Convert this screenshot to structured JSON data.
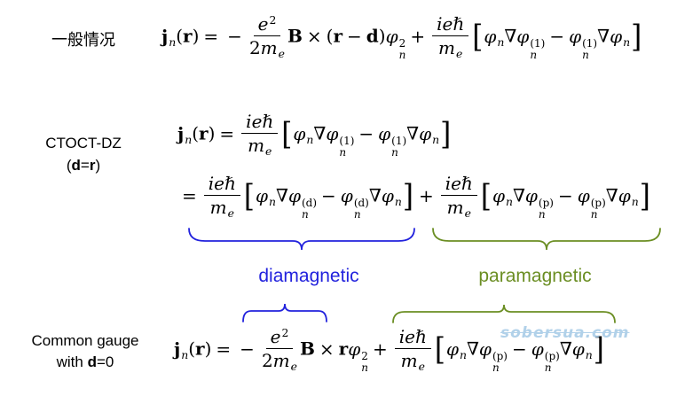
{
  "colors": {
    "text_black": "#000000",
    "diamagnetic_blue": "#2222dd",
    "paramagnetic_green": "#6b8e23",
    "watermark_blue": "#a4c9e6"
  },
  "labels": {
    "general_case": "一般情况",
    "ctoct": {
      "name": "CTOCT-DZ",
      "open": "(",
      "d": "d",
      "equals": "=",
      "r": "r",
      "close": ")"
    },
    "common": {
      "line1": "Common gauge",
      "with": "with ",
      "d": "d",
      "rest": "=0"
    }
  },
  "annotations": {
    "diamagnetic": "diamagnetic",
    "paramagnetic": "paramagnetic"
  },
  "watermark": {
    "text": "sobersua.com"
  },
  "equations": {
    "general": [
      {
        "c": "v",
        "t": "j",
        "f": "b",
        "sub": "n"
      },
      {
        "c": "t",
        "t": "("
      },
      {
        "c": "v",
        "t": "r",
        "f": "b"
      },
      {
        "c": "t",
        "t": ")"
      },
      {
        "c": "o",
        "t": "="
      },
      {
        "c": "o",
        "t": "−"
      },
      {
        "c": "frac",
        "n": [
          {
            "c": "v",
            "t": "e",
            "f": "i",
            "sup": "2"
          }
        ],
        "d": [
          {
            "c": "t",
            "t": "2"
          },
          {
            "c": "v",
            "t": "m",
            "f": "i",
            "sub": "e"
          }
        ]
      },
      {
        "c": "v",
        "t": "B",
        "f": "b"
      },
      {
        "c": "o",
        "t": "×"
      },
      {
        "c": "t",
        "t": "("
      },
      {
        "c": "v",
        "t": "r",
        "f": "b"
      },
      {
        "c": "o",
        "t": "−"
      },
      {
        "c": "v",
        "t": "d",
        "f": "b"
      },
      {
        "c": "t",
        "t": ")"
      },
      {
        "c": "v",
        "t": "φ",
        "f": "i",
        "sub": "n",
        "sup": "2"
      },
      {
        "c": "o",
        "t": "+"
      },
      {
        "c": "frac",
        "n": [
          {
            "c": "v",
            "t": "ieℏ",
            "f": "i"
          }
        ],
        "d": [
          {
            "c": "v",
            "t": "m",
            "f": "i",
            "sub": "e"
          }
        ]
      },
      {
        "c": "big",
        "t": "["
      },
      {
        "c": "v",
        "t": "φ",
        "f": "i",
        "sub": "n"
      },
      {
        "c": "t",
        "t": "∇"
      },
      {
        "c": "v",
        "t": "φ",
        "f": "i",
        "sub": "n",
        "sup": "(1)"
      },
      {
        "c": "o",
        "t": "−"
      },
      {
        "c": "v",
        "t": "φ",
        "f": "i",
        "sub": "n",
        "sup": "(1)"
      },
      {
        "c": "t",
        "t": "∇"
      },
      {
        "c": "v",
        "t": "φ",
        "f": "i",
        "sub": "n"
      },
      {
        "c": "big",
        "t": "]"
      }
    ],
    "ctoct_a": [
      {
        "c": "v",
        "t": "j",
        "f": "b",
        "sub": "n"
      },
      {
        "c": "t",
        "t": "("
      },
      {
        "c": "v",
        "t": "r",
        "f": "b"
      },
      {
        "c": "t",
        "t": ")"
      },
      {
        "c": "o",
        "t": "="
      },
      {
        "c": "frac",
        "n": [
          {
            "c": "v",
            "t": "ieℏ",
            "f": "i"
          }
        ],
        "d": [
          {
            "c": "v",
            "t": "m",
            "f": "i",
            "sub": "e"
          }
        ]
      },
      {
        "c": "big",
        "t": "["
      },
      {
        "c": "v",
        "t": "φ",
        "f": "i",
        "sub": "n"
      },
      {
        "c": "t",
        "t": "∇"
      },
      {
        "c": "v",
        "t": "φ",
        "f": "i",
        "sub": "n",
        "sup": "(1)"
      },
      {
        "c": "o",
        "t": "−"
      },
      {
        "c": "v",
        "t": "φ",
        "f": "i",
        "sub": "n",
        "sup": "(1)"
      },
      {
        "c": "t",
        "t": "∇"
      },
      {
        "c": "v",
        "t": "φ",
        "f": "i",
        "sub": "n"
      },
      {
        "c": "big",
        "t": "]"
      }
    ],
    "ctoct_b": [
      {
        "c": "o",
        "t": "="
      },
      {
        "c": "frac",
        "n": [
          {
            "c": "v",
            "t": "ieℏ",
            "f": "i"
          }
        ],
        "d": [
          {
            "c": "v",
            "t": "m",
            "f": "i",
            "sub": "e"
          }
        ]
      },
      {
        "c": "big",
        "t": "["
      },
      {
        "c": "v",
        "t": "φ",
        "f": "i",
        "sub": "n"
      },
      {
        "c": "t",
        "t": "∇"
      },
      {
        "c": "v",
        "t": "φ",
        "f": "i",
        "sub": "n",
        "sup": "(d)"
      },
      {
        "c": "o",
        "t": "−"
      },
      {
        "c": "v",
        "t": "φ",
        "f": "i",
        "sub": "n",
        "sup": "(d)"
      },
      {
        "c": "t",
        "t": "∇"
      },
      {
        "c": "v",
        "t": "φ",
        "f": "i",
        "sub": "n"
      },
      {
        "c": "big",
        "t": "]"
      },
      {
        "c": "o",
        "t": "+"
      },
      {
        "c": "frac",
        "n": [
          {
            "c": "v",
            "t": "ieℏ",
            "f": "i"
          }
        ],
        "d": [
          {
            "c": "v",
            "t": "m",
            "f": "i",
            "sub": "e"
          }
        ]
      },
      {
        "c": "big",
        "t": "["
      },
      {
        "c": "v",
        "t": "φ",
        "f": "i",
        "sub": "n"
      },
      {
        "c": "t",
        "t": "∇"
      },
      {
        "c": "v",
        "t": "φ",
        "f": "i",
        "sub": "n",
        "sup": "(p)"
      },
      {
        "c": "o",
        "t": "−"
      },
      {
        "c": "v",
        "t": "φ",
        "f": "i",
        "sub": "n",
        "sup": "(p)"
      },
      {
        "c": "t",
        "t": "∇"
      },
      {
        "c": "v",
        "t": "φ",
        "f": "i",
        "sub": "n"
      },
      {
        "c": "big",
        "t": "]"
      }
    ],
    "common": [
      {
        "c": "v",
        "t": "j",
        "f": "b",
        "sub": "n"
      },
      {
        "c": "t",
        "t": "("
      },
      {
        "c": "v",
        "t": "r",
        "f": "b"
      },
      {
        "c": "t",
        "t": ")"
      },
      {
        "c": "o",
        "t": "="
      },
      {
        "c": "o",
        "t": "−"
      },
      {
        "c": "frac",
        "n": [
          {
            "c": "v",
            "t": "e",
            "f": "i",
            "sup": "2"
          }
        ],
        "d": [
          {
            "c": "t",
            "t": "2"
          },
          {
            "c": "v",
            "t": "m",
            "f": "i",
            "sub": "e"
          }
        ]
      },
      {
        "c": "v",
        "t": "B",
        "f": "b"
      },
      {
        "c": "o",
        "t": "×"
      },
      {
        "c": "v",
        "t": "r",
        "f": "b"
      },
      {
        "c": "v",
        "t": "φ",
        "f": "i",
        "sub": "n",
        "sup": "2"
      },
      {
        "c": "o",
        "t": "+"
      },
      {
        "c": "frac",
        "n": [
          {
            "c": "v",
            "t": "ieℏ",
            "f": "i"
          }
        ],
        "d": [
          {
            "c": "v",
            "t": "m",
            "f": "i",
            "sub": "e"
          }
        ]
      },
      {
        "c": "big",
        "t": "["
      },
      {
        "c": "v",
        "t": "φ",
        "f": "i",
        "sub": "n"
      },
      {
        "c": "t",
        "t": "∇"
      },
      {
        "c": "v",
        "t": "φ",
        "f": "i",
        "sub": "n",
        "sup": "(p)"
      },
      {
        "c": "o",
        "t": "−"
      },
      {
        "c": "v",
        "t": "φ",
        "f": "i",
        "sub": "n",
        "sup": "(p)"
      },
      {
        "c": "t",
        "t": "∇"
      },
      {
        "c": "v",
        "t": "φ",
        "f": "i",
        "sub": "n"
      },
      {
        "c": "big",
        "t": "]"
      }
    ]
  }
}
